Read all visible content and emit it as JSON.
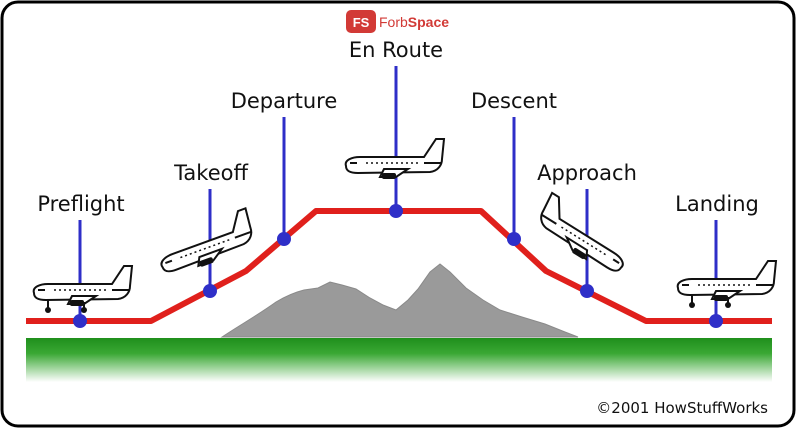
{
  "logo": {
    "mark": "FS",
    "name_part1": "Forb",
    "name_part2": "Space",
    "color": "#d23a36"
  },
  "phases": {
    "preflight": "Preflight",
    "takeoff": "Takeoff",
    "departure": "Departure",
    "en_route": "En Route",
    "descent": "Descent",
    "approach": "Approach",
    "landing": "Landing"
  },
  "credit": "©2001 HowStuffWorks",
  "colors": {
    "flight_path": "#e0201c",
    "marker": "#2f2fc8",
    "ground": "#2a9a22",
    "mountains": "#9a9a9a",
    "frame": "#000000"
  },
  "icons": {
    "aircraft": "airplane-icon",
    "terrain": "mountain-range"
  }
}
